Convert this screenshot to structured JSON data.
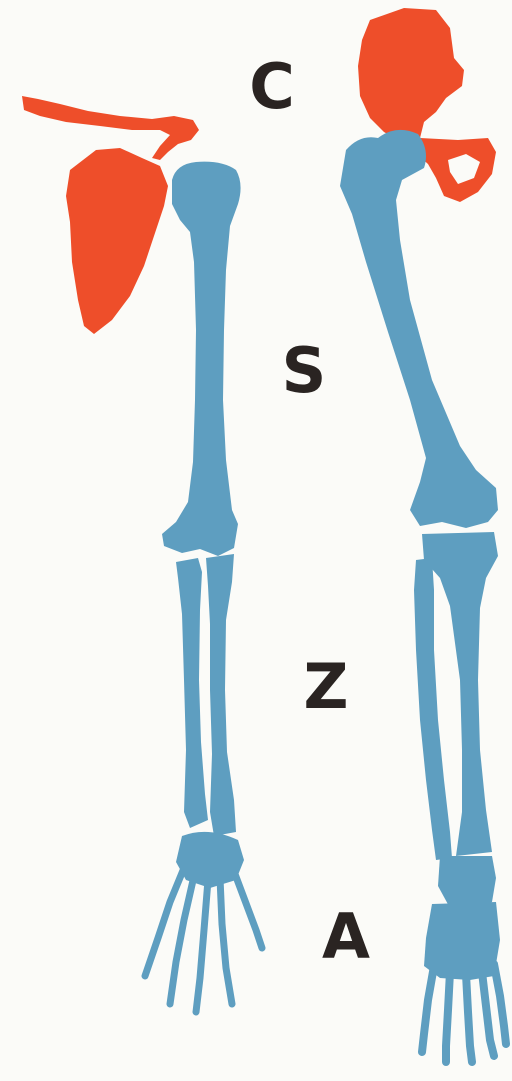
{
  "labels": {
    "girdle": "C",
    "stylopod": "S",
    "zeugopod": "Z",
    "autopod": "A"
  },
  "colors": {
    "girdle_bone": "#ee4e2a",
    "limb_bone": "#5e9ec0",
    "background": "#fbfbf8",
    "label_text": "#2a2422"
  }
}
